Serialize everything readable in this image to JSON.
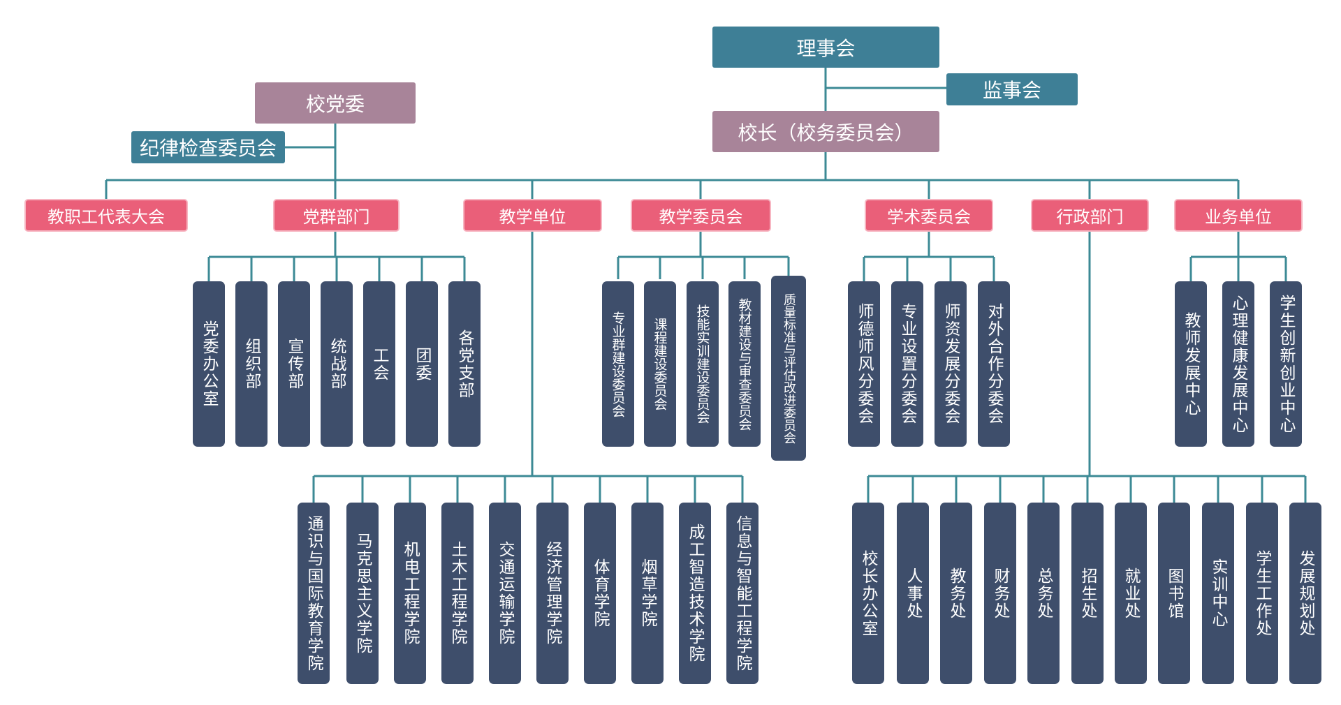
{
  "colors": {
    "teal": "#3e7f96",
    "mauve": "#a88499",
    "pink": "#ea5f79",
    "navy": "#3e4e6b",
    "connector": "#3c8a95"
  },
  "board": "理事会",
  "supervisory_board": "监事会",
  "party_committee": "校党委",
  "discipline_committee": "纪律检查委员会",
  "president": "校长（校务委员会）",
  "categories": [
    "教职工代表大会",
    "党群部门",
    "教学单位",
    "教学委员会",
    "学术委员会",
    "行政部门",
    "业务单位"
  ],
  "party_depts": [
    "党委办公室",
    "组织部",
    "宣传部",
    "统战部",
    "工会",
    "团委",
    "各党支部"
  ],
  "teaching_units": [
    "通识与国际教育学院",
    "马克思主义学院",
    "机电工程学院",
    "土木工程学院",
    "交通运输学院",
    "经济管理学院",
    "体育学院",
    "烟草学院",
    "成工智造技术学院",
    "信息与智能工程学院"
  ],
  "teaching_committees": [
    "专业群建设委员会",
    "课程建设委员会",
    "技能实训建设委员会",
    "教材建设与审查委员会",
    "质量标准与评估改进委员会"
  ],
  "academic_committees": [
    "师德师风分委会",
    "专业设置分委会",
    "师资发展分委会",
    "对外合作分委会"
  ],
  "admin_depts": [
    "校长办公室",
    "人事处",
    "教务处",
    "财务处",
    "总务处",
    "招生处",
    "就业处",
    "图书馆",
    "实训中心",
    "学生工作处",
    "发展规划处"
  ],
  "business_units": [
    "教师发展中心",
    "心理健康发展中心",
    "学生创新创业中心"
  ]
}
